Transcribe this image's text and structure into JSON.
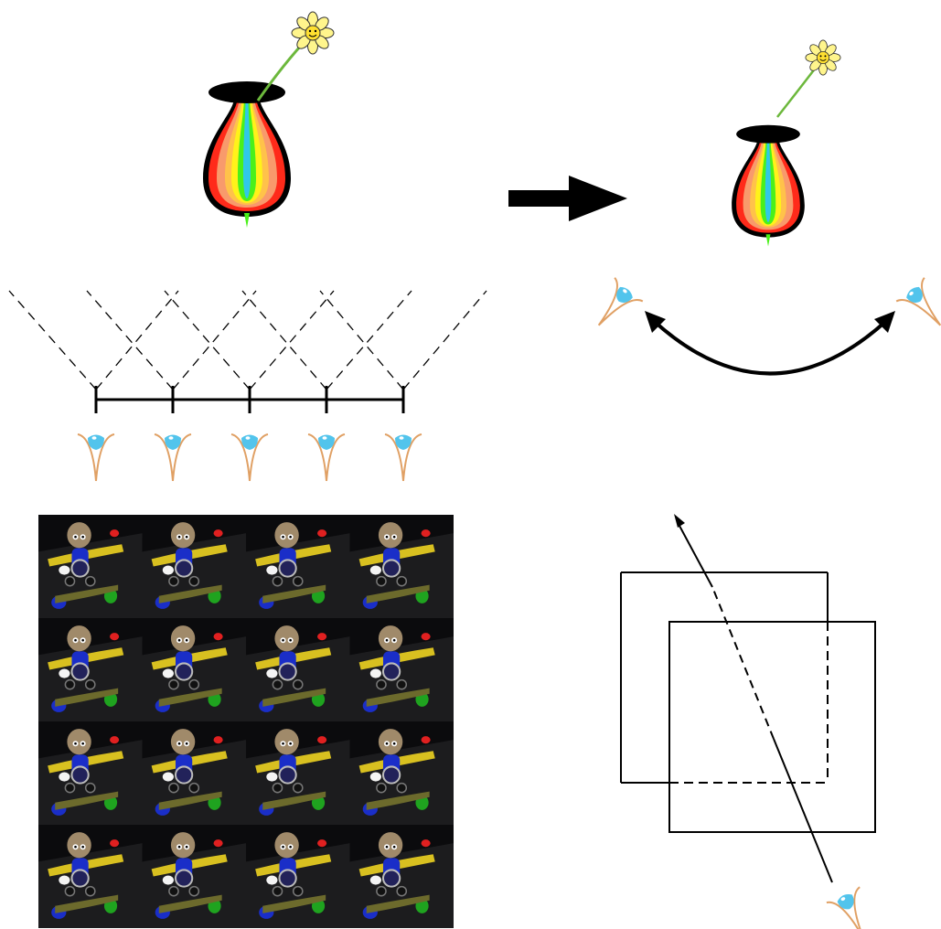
{
  "figure": {
    "panels": [
      {
        "id": "camera-array",
        "camera_count": 5
      },
      {
        "id": "interpolated-view"
      },
      {
        "id": "lightfield-image-grid",
        "rows": 4,
        "cols": 4
      },
      {
        "id": "two-plane-parameterization",
        "planes": 2
      }
    ],
    "colors": {
      "background": "#ffffff",
      "line": "#000000",
      "eye_outline": "#e0a064",
      "eye_iris": "#52c4ec",
      "vase_red": "#ff2a1a",
      "vase_salmon": "#f89a6c",
      "vase_orange": "#ffc24a",
      "vase_yellow": "#fff21a",
      "vase_green": "#4af01a",
      "vase_cyan": "#30c8e8",
      "flower_petal": "#fff58c",
      "flower_stem": "#6cb83c",
      "grid_bg": "#0b0b0d",
      "plane_yellow": "#d8c020",
      "pilot_blue": "#1a2ec8"
    },
    "icons": [
      "vase-icon",
      "flower-icon",
      "eye-icon",
      "arrow-right-icon",
      "curved-double-arrow-icon"
    ]
  }
}
